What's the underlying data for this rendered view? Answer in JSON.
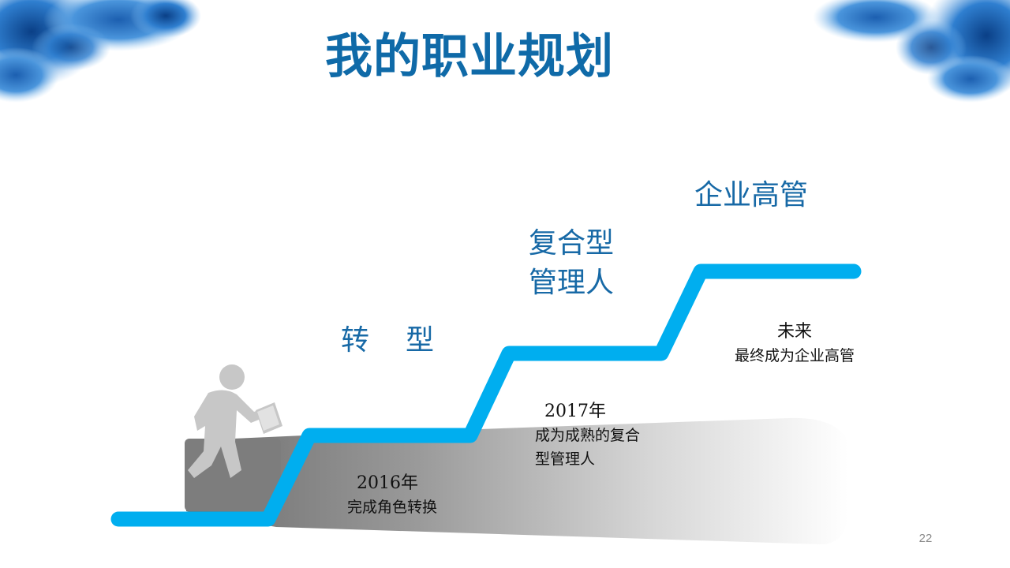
{
  "slide": {
    "title": "我的职业规划",
    "page_number": "22",
    "accent_color": "#00aeef",
    "title_color": "#0f6aa8"
  },
  "stages": [
    {
      "label": "转型"
    },
    {
      "label": "复合型管理人"
    },
    {
      "label": "企业高管"
    }
  ],
  "milestones": [
    {
      "year": "2016年",
      "description": "完成角色转换"
    },
    {
      "year": "2017年",
      "description": "成为成熟的复合型管理人"
    },
    {
      "year": "未来",
      "description": "最终成为企业高管"
    }
  ],
  "icons": [
    "walking-person-icon",
    "document-icon",
    "blue-ink-splash-decoration"
  ]
}
